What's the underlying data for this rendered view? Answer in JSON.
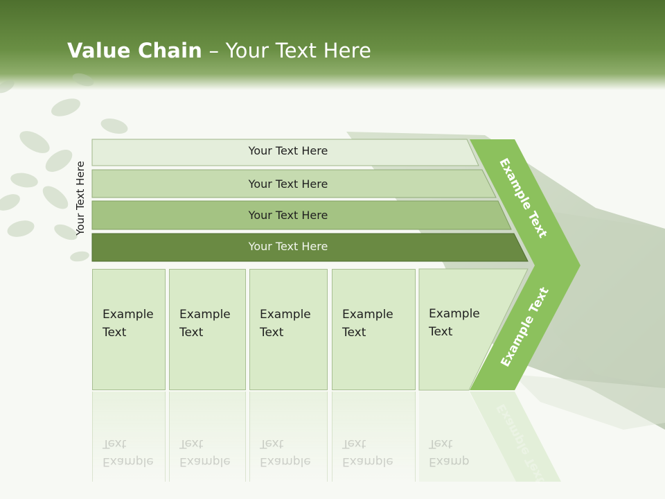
{
  "title": {
    "bold": "Value Chain",
    "rest": " – Your Text Here"
  },
  "side_label": "Your Text Here",
  "bars": [
    {
      "label": "Your Text Here"
    },
    {
      "label": "Your Text Here"
    },
    {
      "label": "Your Text Here"
    },
    {
      "label": "Your Text Here"
    }
  ],
  "boxes": [
    {
      "label": "Example\nText"
    },
    {
      "label": "Example\nText"
    },
    {
      "label": "Example\nText"
    },
    {
      "label": "Example\nText"
    },
    {
      "label": "Example\nText"
    }
  ],
  "chevron": {
    "upper_label": "Example Text",
    "lower_label": "Example Text"
  },
  "colors": {
    "header_dark": "#4e702e",
    "bar_1": "#e4eedb",
    "bar_2": "#c6dbb0",
    "bar_3": "#a4c383",
    "bar_4": "#6a8a43",
    "box_fill": "#d9eac8",
    "chevron": "#8cc15d"
  }
}
